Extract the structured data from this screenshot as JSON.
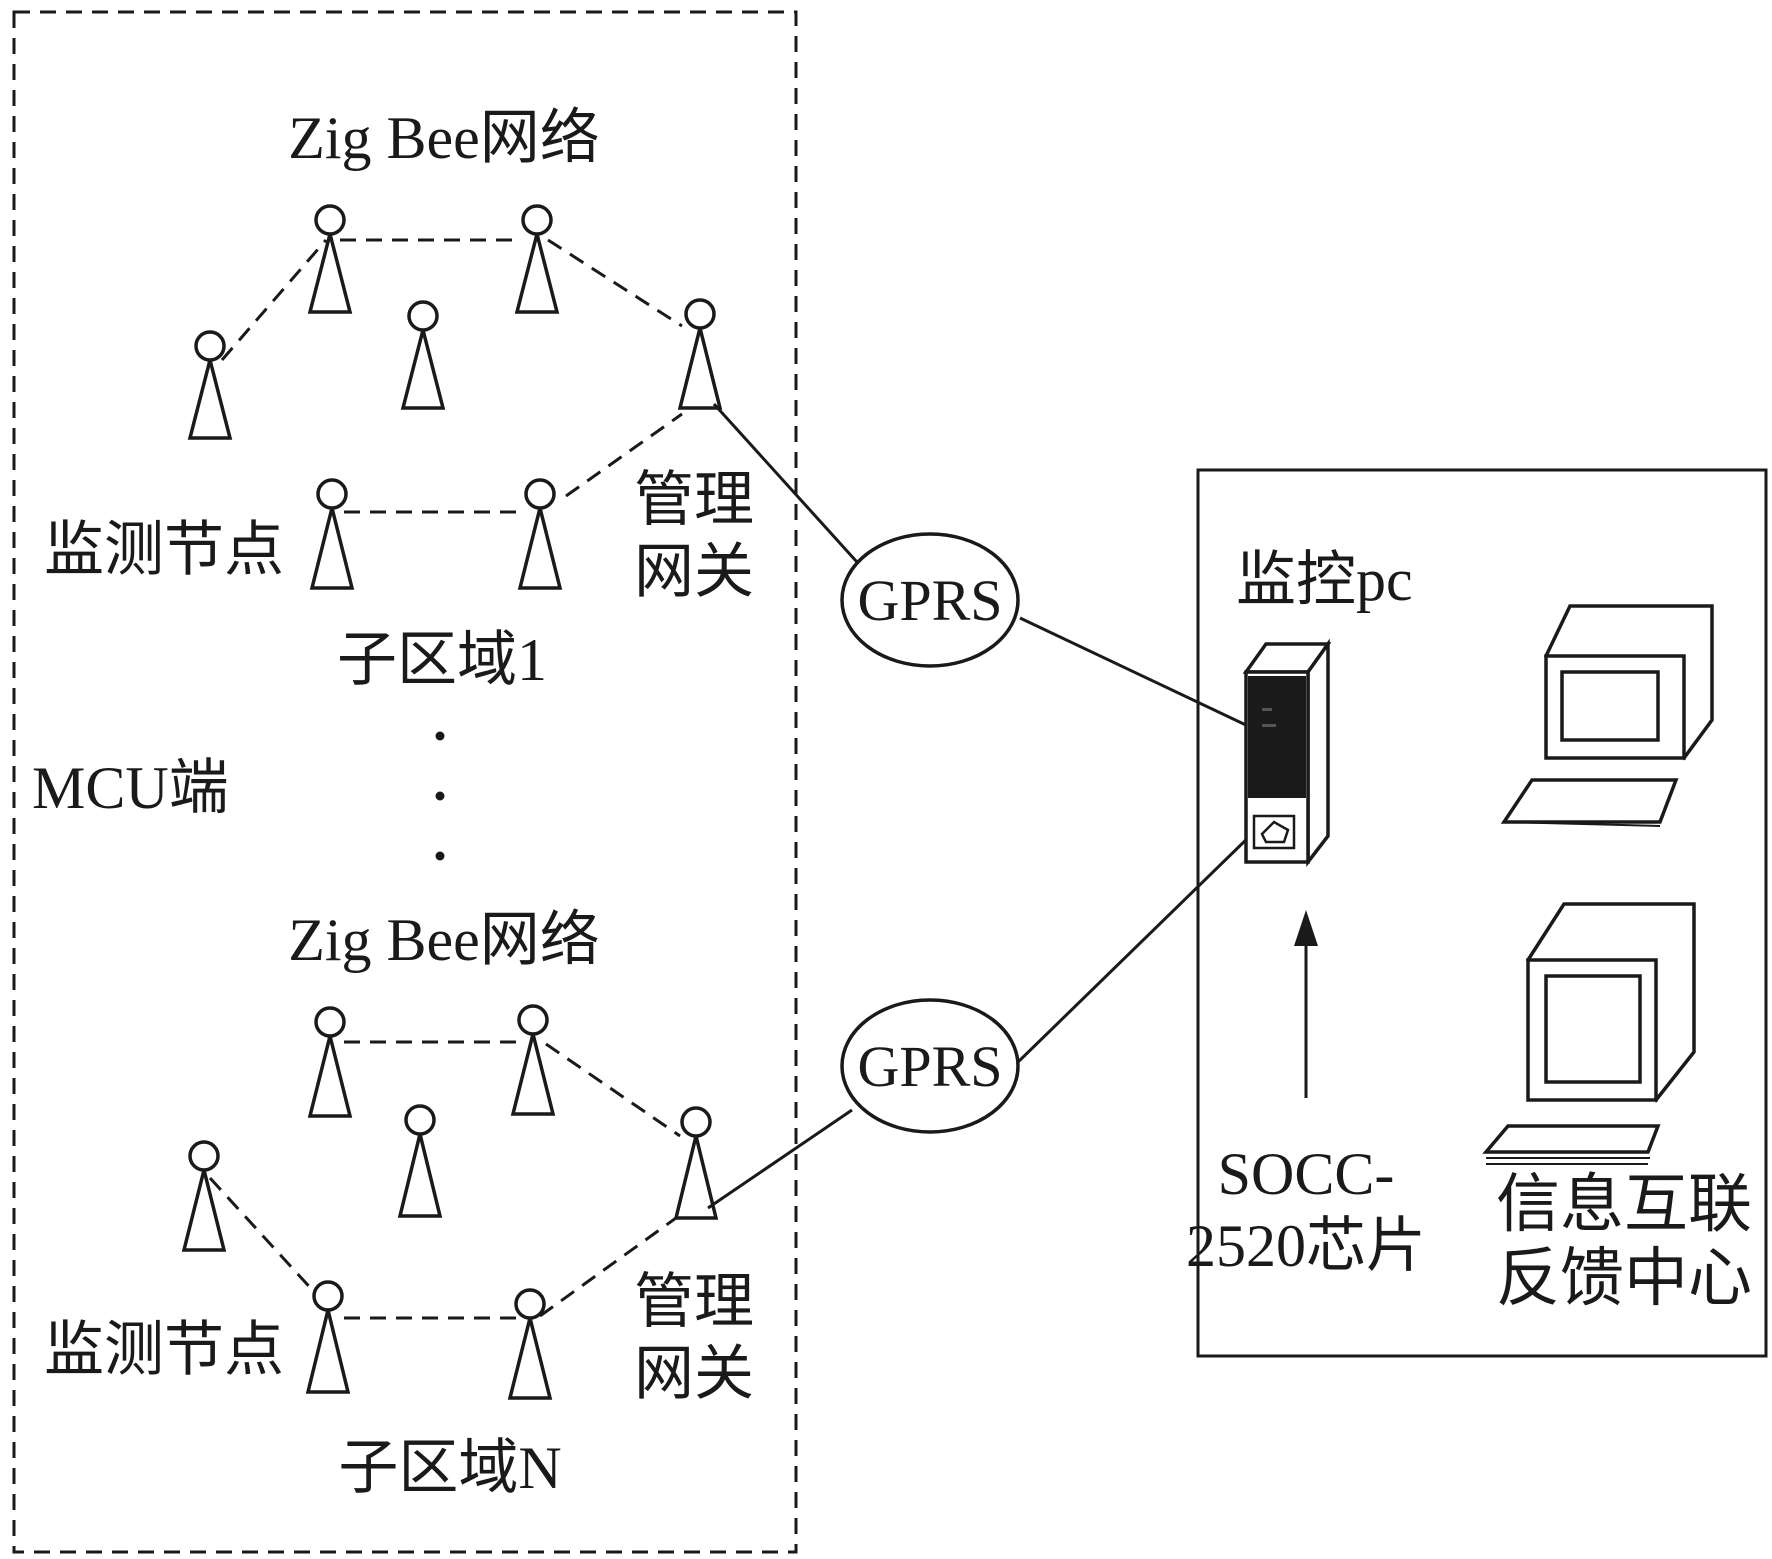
{
  "mcu_label": "MCU端",
  "subregions": [
    {
      "network_label": "Zig Bee网络",
      "monitor_label": "监测节点",
      "gateway_label_line1": "管理",
      "gateway_label_line2": "网关",
      "region_label": "子区域1"
    },
    {
      "network_label": "Zig Bee网络",
      "monitor_label": "监测节点",
      "gateway_label_line1": "管理",
      "gateway_label_line2": "网关",
      "region_label": "子区域N"
    }
  ],
  "gprs": [
    {
      "label": "GPRS"
    },
    {
      "label": "GPRS"
    }
  ],
  "control_center": {
    "pc_label": "监控pc",
    "chip_label_line1": "SOCC-",
    "chip_label_line2": "2520芯片",
    "feedback_label_line1": "信息互联",
    "feedback_label_line2": "反馈中心"
  },
  "icons": {
    "node": "antenna-node-icon",
    "tower": "tower-pc-icon",
    "monitor": "computer-monitor-icon"
  }
}
